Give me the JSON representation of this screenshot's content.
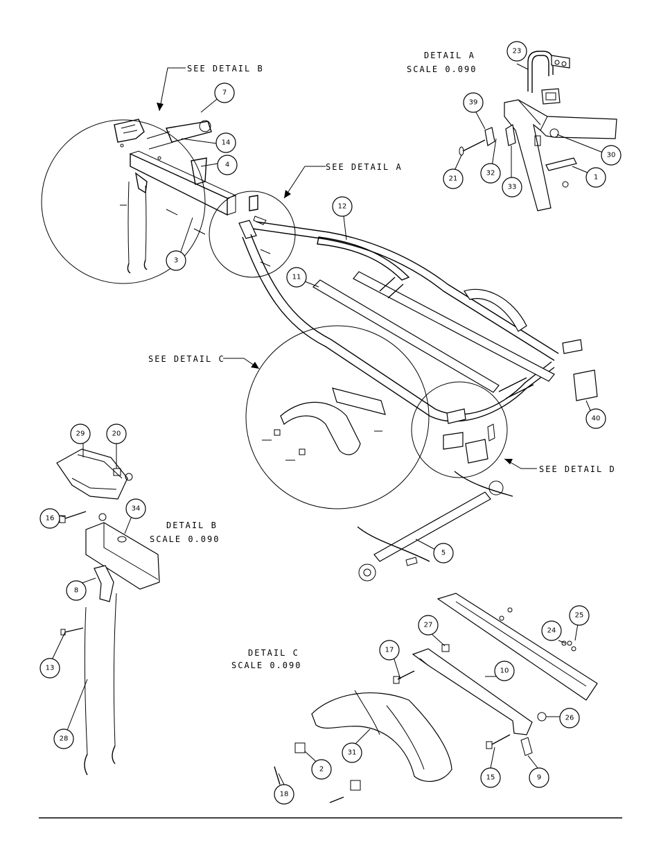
{
  "labels": {
    "detail_a_title": "DETAIL  A",
    "detail_a_scale": "SCALE  0.090",
    "detail_b_title": "DETAIL  B",
    "detail_b_scale": "SCALE  0.090",
    "detail_c_title": "DETAIL  C",
    "detail_c_scale": "SCALE  0.090",
    "see_detail_a": "SEE DETAIL  A",
    "see_detail_b": "SEE DETAIL  B",
    "see_detail_c": "SEE DETAIL  C",
    "see_detail_d": "SEE DETAIL  D"
  },
  "callouts": {
    "c1": "1",
    "c2": "2",
    "c3": "3",
    "c4": "4",
    "c5": "5",
    "c7": "7",
    "c8": "8",
    "c9": "9",
    "c10": "10",
    "c11": "11",
    "c12": "12",
    "c13": "13",
    "c14": "14",
    "c15": "15",
    "c16": "16",
    "c17": "17",
    "c18": "18",
    "c20": "20",
    "c21": "21",
    "c23": "23",
    "c24": "24",
    "c25": "25",
    "c26": "26",
    "c27": "27",
    "c28": "28",
    "c29": "29",
    "c30": "30",
    "c31": "31",
    "c32": "32",
    "c33": "33",
    "c34": "34",
    "c39": "39",
    "c40": "40"
  }
}
